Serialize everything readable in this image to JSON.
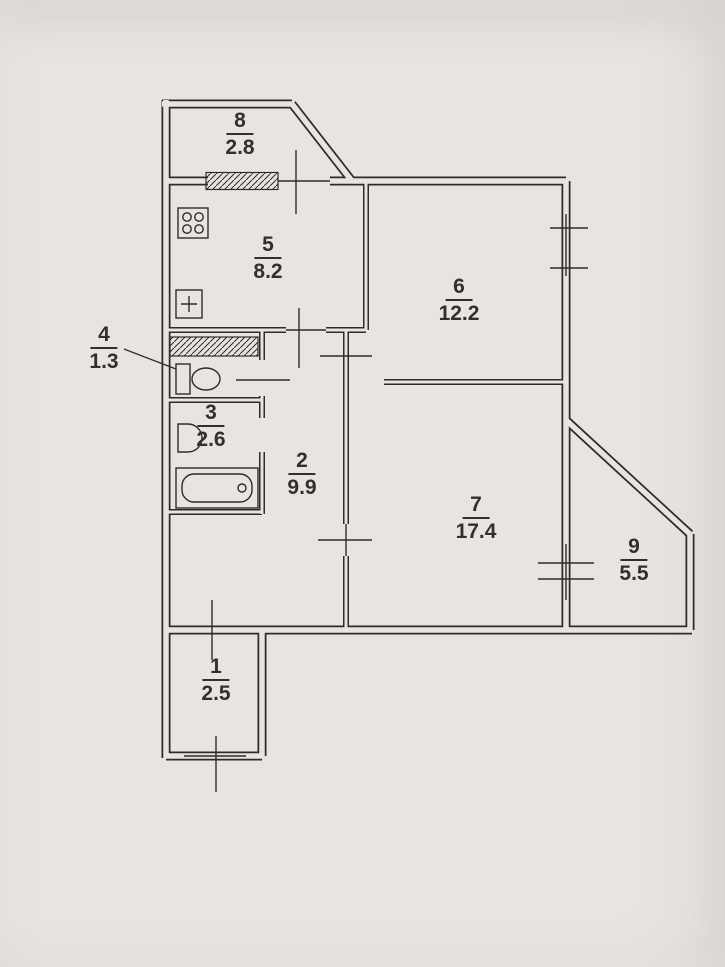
{
  "colors": {
    "paper": "#e8e5e0",
    "ink": "#2e2c29"
  },
  "rooms": [
    {
      "number": "1",
      "area": "2.5"
    },
    {
      "number": "2",
      "area": "9.9"
    },
    {
      "number": "3",
      "area": "2.6"
    },
    {
      "number": "4",
      "area": "1.3"
    },
    {
      "number": "5",
      "area": "8.2"
    },
    {
      "number": "6",
      "area": "12.2"
    },
    {
      "number": "7",
      "area": "17.4"
    },
    {
      "number": "8",
      "area": "2.8"
    },
    {
      "number": "9",
      "area": "5.5"
    }
  ],
  "fixtures": [
    {
      "icon": "stove-icon",
      "room": "5"
    },
    {
      "icon": "kitchen-sink-icon",
      "room": "5"
    },
    {
      "icon": "toilet-icon",
      "room": "4"
    },
    {
      "icon": "washbasin-icon",
      "room": "3"
    },
    {
      "icon": "bathtub-icon",
      "room": "3"
    }
  ]
}
